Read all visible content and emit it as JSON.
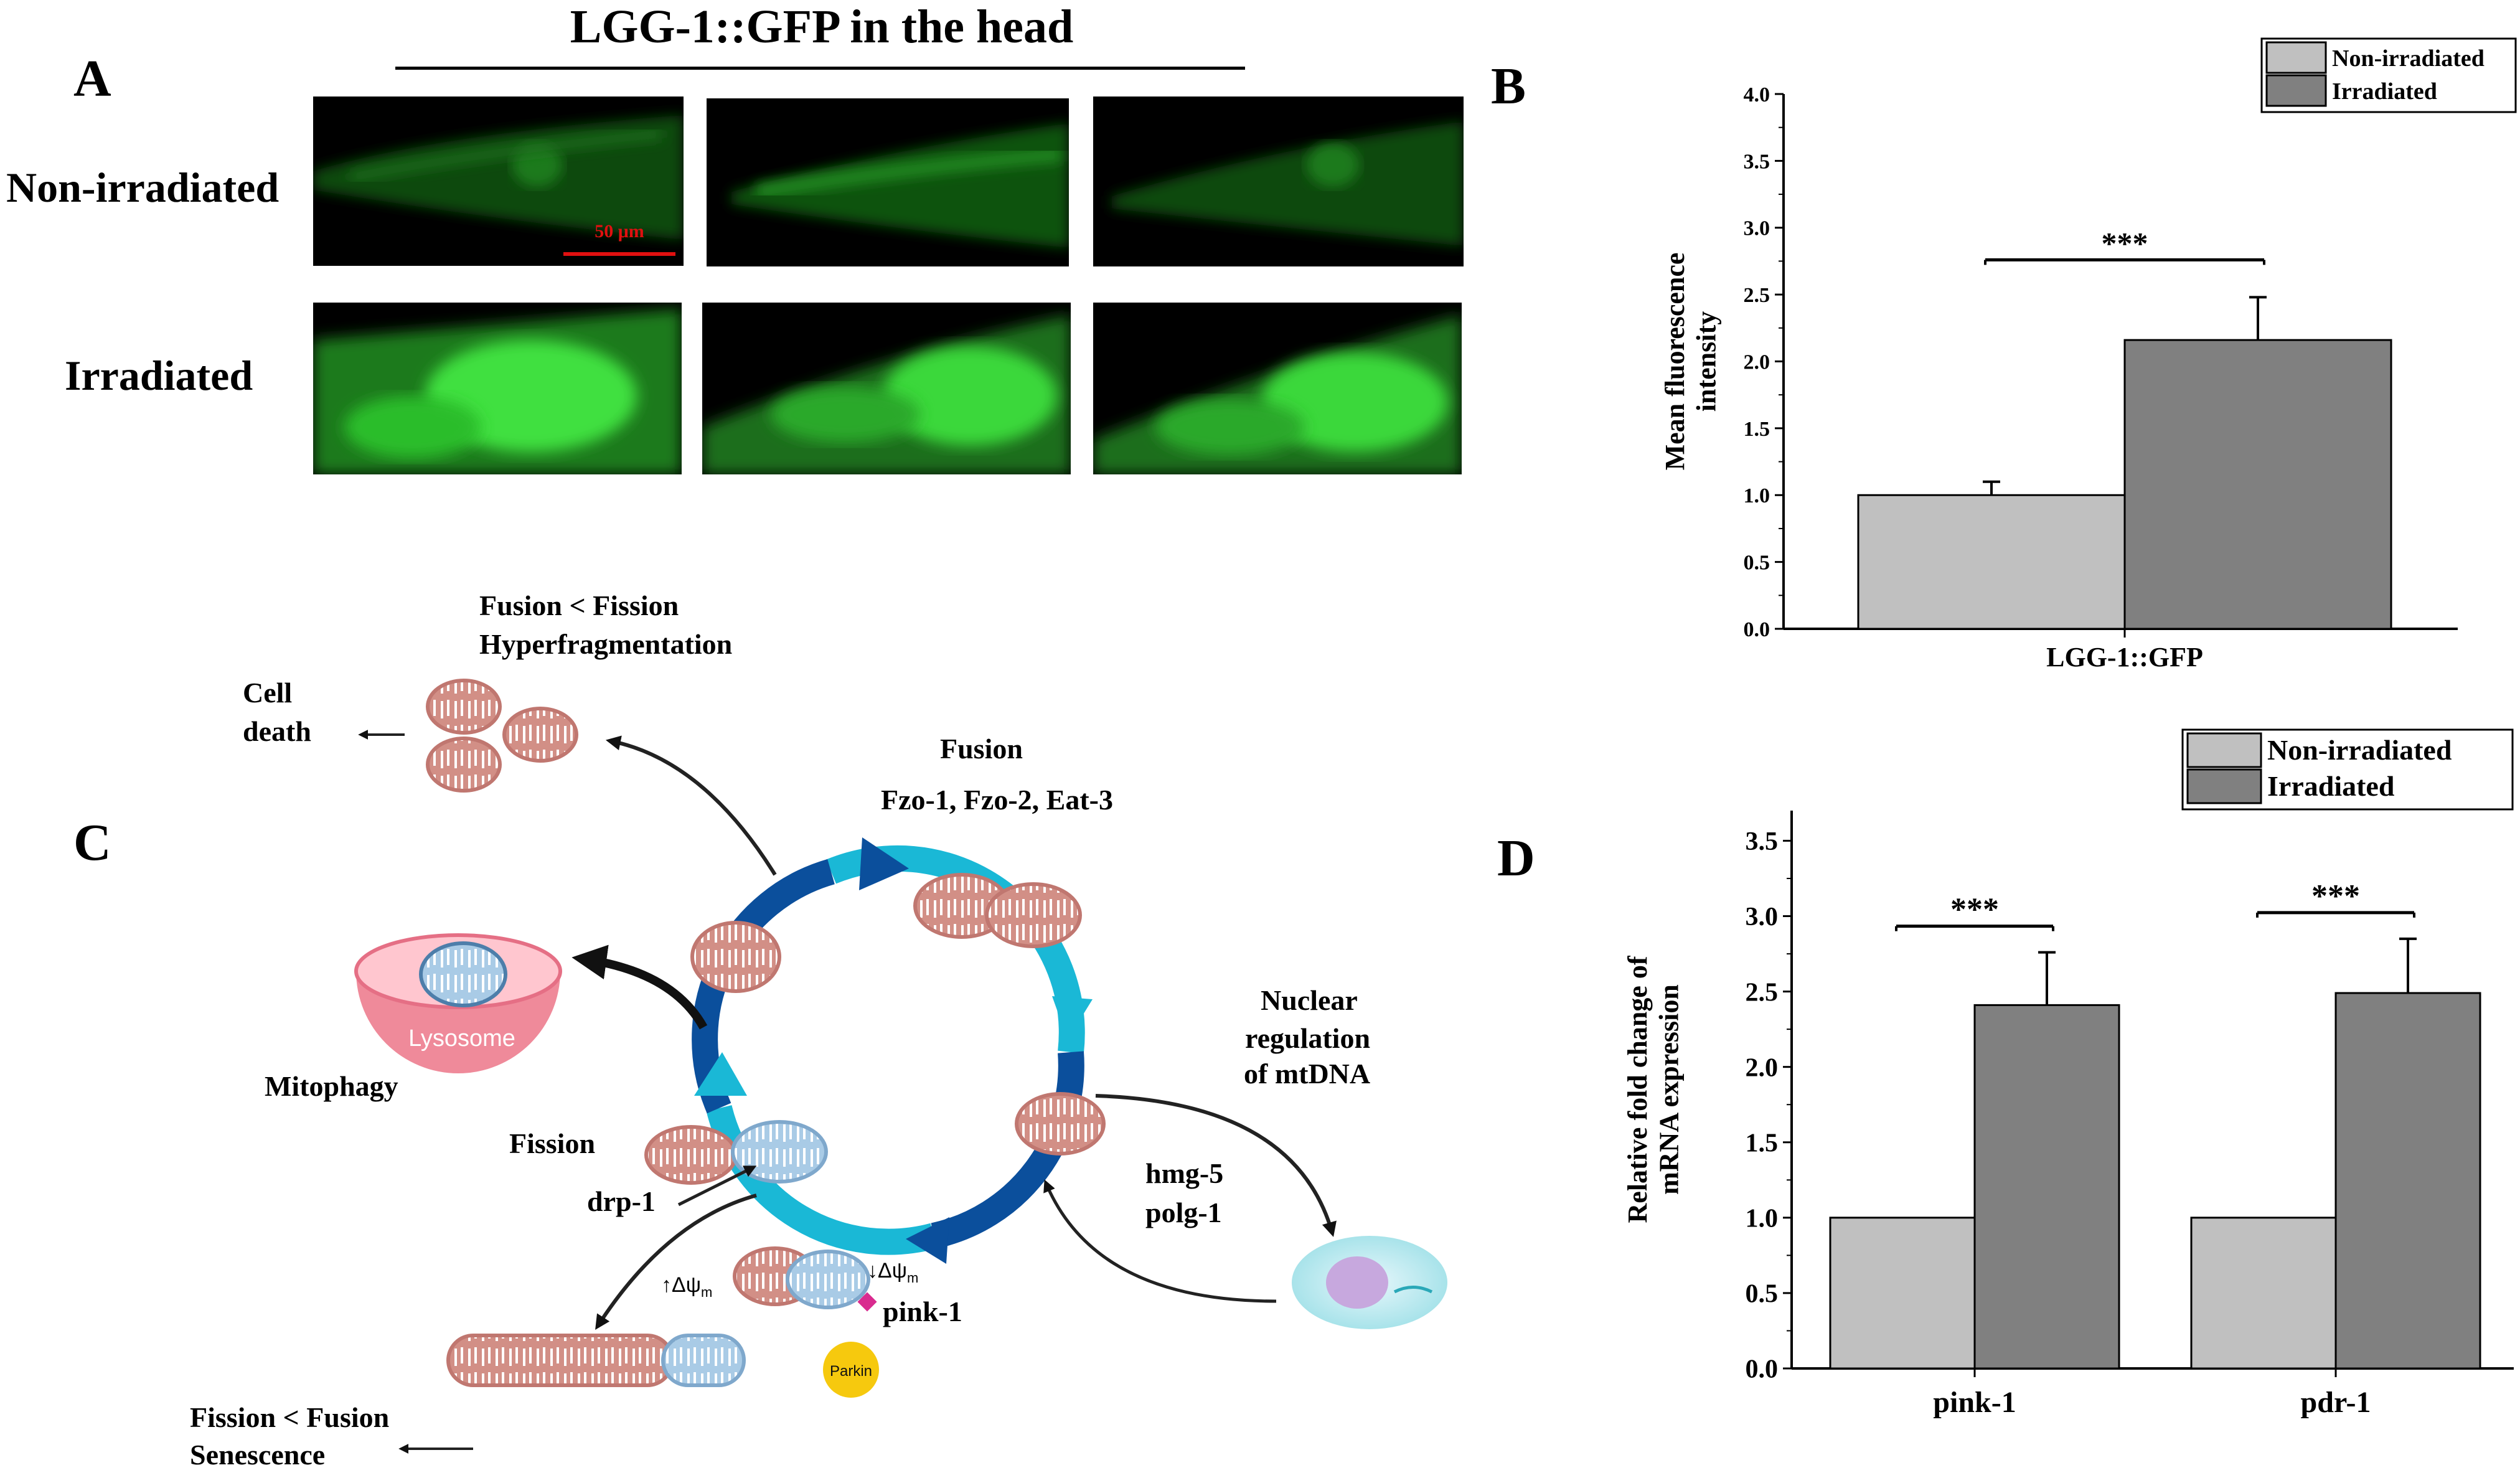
{
  "panelA": {
    "label": "A",
    "title": "LGG-1::GFP  in the head",
    "row_non": "Non-irradiated",
    "row_irr": "Irradiated",
    "scale_bar": "50 μm"
  },
  "panelB": {
    "label": "B"
  },
  "panelC": {
    "label": "C",
    "fusion_fission": "Fusion < Fission",
    "hyperfrag": "Hyperfragmentation",
    "cell": "Cell",
    "death": "death",
    "fusion": "Fusion",
    "fusion_genes": "Fzo-1, Fzo-2, Eat-3",
    "lysosome": "Lysosome",
    "mitophagy": "Mitophagy",
    "nuclear": "Nuclear",
    "regulation": "regulation",
    "of_mtdna": "of mtDNA",
    "fission": "Fission",
    "drp1": "drp-1",
    "hmg5": "hmg-5",
    "polg1": "polg-1",
    "up_psi": "↑Δψ",
    "down_psi": "↓Δψ",
    "psi_sub": "m",
    "pink1": "pink-1",
    "parkin": "Parkin",
    "fission_fusion": "Fission < Fusion",
    "senescence": "Senescence"
  },
  "panelD": {
    "label": "D"
  },
  "colors": {
    "non_irradiated": "#c0c0c0",
    "irradiated": "#808080",
    "gfp": "#1fc41f",
    "cycle_dark": "#0b4f9c",
    "cycle_light": "#1ab8d6",
    "mito": "#d28f86",
    "lysosome": "#ef8a9a",
    "parkin": "#f6c90e"
  },
  "chart_data": [
    {
      "type": "bar",
      "panel": "B",
      "categories": [
        "LGG-1::GFP"
      ],
      "series": [
        {
          "name": "Non-irradiated",
          "values": [
            1.0
          ],
          "error": [
            0.1
          ]
        },
        {
          "name": "Irradiated",
          "values": [
            2.16
          ],
          "error": [
            0.32
          ]
        }
      ],
      "ylabel": "Mean fluorescence intensity",
      "ylim": [
        0,
        4.0
      ],
      "yticks": [
        "0.0",
        "0.5",
        "1.0",
        "1.5",
        "2.0",
        "2.5",
        "3.0",
        "3.5",
        "4.0"
      ],
      "significance": [
        "***"
      ],
      "legend": "top-right"
    },
    {
      "type": "bar",
      "panel": "D",
      "categories": [
        "pink-1",
        "pdr-1"
      ],
      "series": [
        {
          "name": "Non-irradiated",
          "values": [
            1.0,
            1.0
          ],
          "error": [
            0,
            0
          ]
        },
        {
          "name": "Irradiated",
          "values": [
            2.41,
            2.49
          ],
          "error": [
            0.35,
            0.36
          ]
        }
      ],
      "ylabel": "Relative fold change of mRNA expression",
      "ylim": [
        0,
        3.7
      ],
      "yticks": [
        "0.0",
        "0.5",
        "1.0",
        "1.5",
        "2.0",
        "2.5",
        "3.0",
        "3.5"
      ],
      "significance": [
        "***",
        "***"
      ],
      "legend": "top-right"
    }
  ]
}
